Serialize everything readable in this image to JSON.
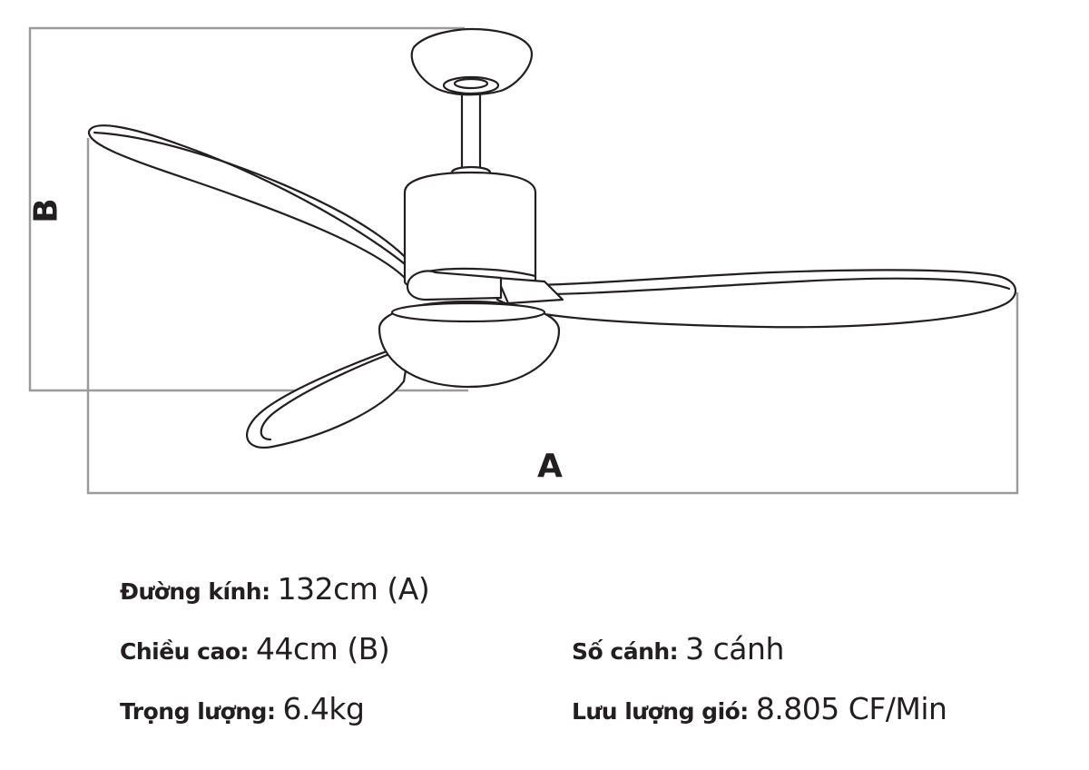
{
  "dimension_labels": {
    "a": "A",
    "b": "B"
  },
  "specs": {
    "diameter": {
      "label": "Đường kính:",
      "value": "132cm (A)"
    },
    "height": {
      "label": "Chiều cao:",
      "value": "44cm (B)"
    },
    "weight": {
      "label": "Trọng lượng:",
      "value": "6.4kg"
    },
    "blades": {
      "label": "Số cánh:",
      "value": "3 cánh"
    },
    "airflow": {
      "label": "Lưu lượng gió:",
      "value": "8.805 CF/Min"
    }
  },
  "colors": {
    "line": "#231f20",
    "dimension_line": "#9b9b9b",
    "background": "#ffffff"
  }
}
